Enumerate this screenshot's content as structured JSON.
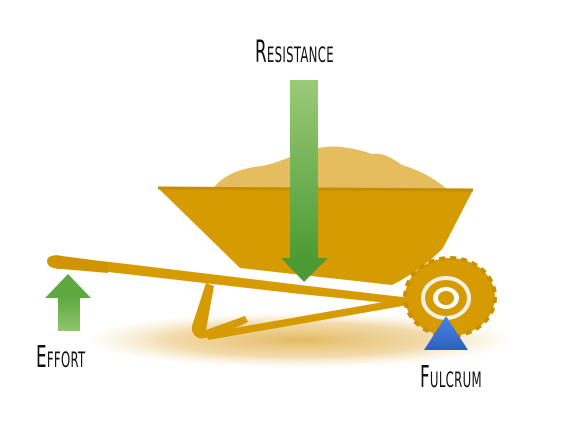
{
  "labels": {
    "resistance": "Resistance",
    "effort": "Effort",
    "fulcrum": "Fulcrum"
  },
  "colors": {
    "wheelbarrow": "#d69b00",
    "wheelbarrow_dark": "#b37f00",
    "load": "#e6bd5e",
    "shadow": "#e9c77a",
    "arrow_green_top": "#8cc46a",
    "arrow_green_bottom": "#4f9a37",
    "fulcrum_blue": "#3a6fd0"
  }
}
